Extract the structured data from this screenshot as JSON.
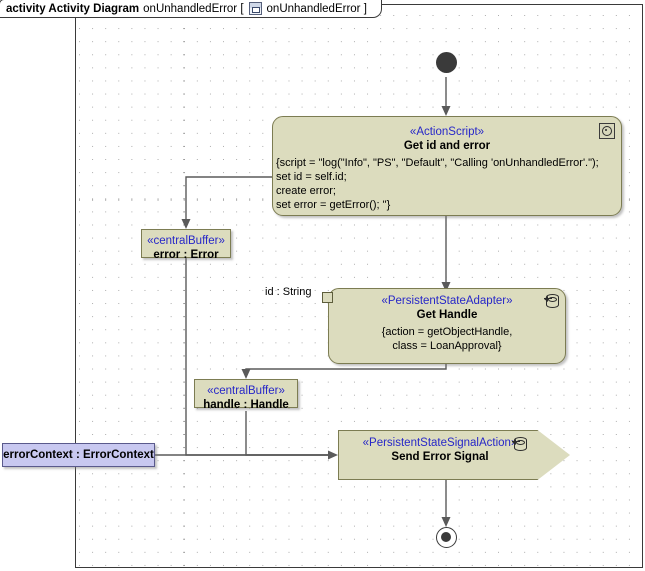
{
  "frame": {
    "keyword": "activity Activity Diagram",
    "name_before": "onUnhandledError [",
    "icon": "diagram-icon",
    "name_after": "onUnhandledError ]"
  },
  "nodes": {
    "initial": {
      "name": "initial-node"
    },
    "final": {
      "name": "activity-final-node"
    },
    "action_script": {
      "stereotype": "«ActionScript»",
      "title": "Get id and error",
      "body_lines": [
        "{script = \"log(\"Info\", \"PS\", \"Default\", \"Calling 'onUnhandledError'.\");",
        "set id = self.id;",
        "create error;",
        "set error = getError(); \"}"
      ],
      "icon": "script-icon"
    },
    "buffer_error": {
      "stereotype": "«centralBuffer»",
      "title": "error : Error"
    },
    "get_handle": {
      "stereotype": "«PersistentStateAdapter»",
      "title": "Get Handle",
      "body_lines": [
        "{action = getObjectHandle,",
        "class = LoanApproval}"
      ],
      "icon": "database-icon",
      "pin_label": "id : String"
    },
    "buffer_handle": {
      "stereotype": "«centralBuffer»",
      "title": "handle : Handle"
    },
    "error_context": {
      "title": "errorContext : ErrorContext"
    },
    "send_signal": {
      "stereotype": "«PersistentStateSignalAction»",
      "title": "Send Error Signal",
      "icon": "database-icon"
    }
  },
  "colors": {
    "node_fill": "#dcdcbe",
    "node_stroke": "#7c7c52",
    "object_fill": "#c8c8f0",
    "object_stroke": "#5a5a8c",
    "stereotype_text": "#2727c8",
    "edge": "#5a5a5a",
    "frame_border": "#3a3a3a",
    "canvas": "#ffffff"
  }
}
